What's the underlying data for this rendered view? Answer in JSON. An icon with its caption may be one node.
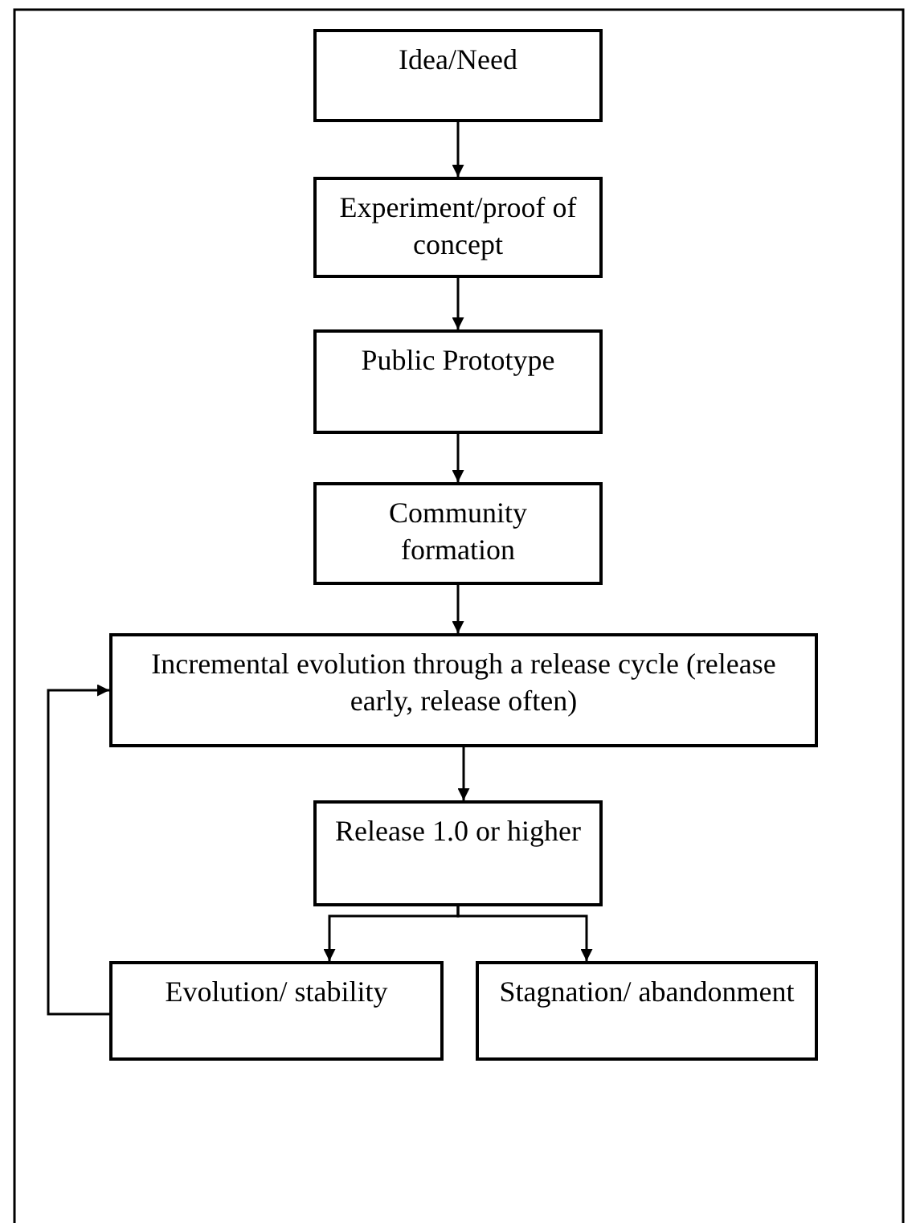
{
  "diagram": {
    "nodes": [
      {
        "text": [
          "Idea/Need"
        ]
      },
      {
        "text": [
          "Experiment/proof of concept"
        ]
      },
      {
        "text": [
          "Public Prototype"
        ]
      },
      {
        "text": [
          "Community formation"
        ]
      },
      {
        "text": [
          "Incremental evolution through a release cycle (release early, release often)"
        ]
      },
      {
        "text": [
          "Release 1.0 or higher"
        ]
      },
      {
        "text": [
          "Evolution/ stability"
        ]
      },
      {
        "text": [
          "Stagnation/ abandonment"
        ]
      }
    ],
    "edges": [
      {
        "from": 0,
        "to": 1,
        "arrow": "to"
      },
      {
        "from": 1,
        "to": 2,
        "arrow": "to"
      },
      {
        "from": 2,
        "to": 3,
        "arrow": "to"
      },
      {
        "from": 3,
        "to": 4,
        "arrow": "to"
      },
      {
        "from": 4,
        "to": 5,
        "arrow": "to"
      },
      {
        "from": 5,
        "to": 6,
        "arrow": "to"
      },
      {
        "from": 5,
        "to": 7,
        "arrow": "to"
      },
      {
        "from": 6,
        "to": 4,
        "arrow": "to"
      }
    ]
  }
}
